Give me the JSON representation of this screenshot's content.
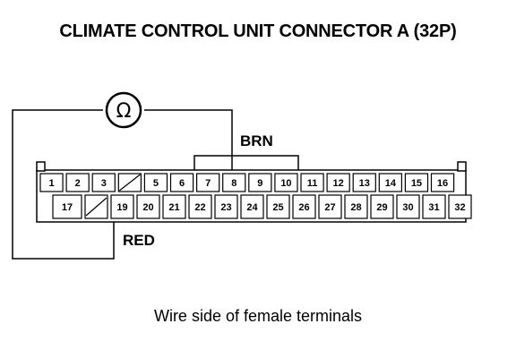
{
  "title": "CLIMATE CONTROL UNIT CONNECTOR A (32P)",
  "caption": "Wire side of female terminals",
  "meter": {
    "symbol": "Ω",
    "icon": "ohmmeter-icon"
  },
  "wire_labels": {
    "top": "BRN",
    "bottom": "RED"
  },
  "connector": {
    "top_row": [
      "1",
      "2",
      "3",
      "",
      "5",
      "6",
      "7",
      "8",
      "9",
      "10",
      "11",
      "12",
      "13",
      "14",
      "15",
      "16"
    ],
    "bottom_row": [
      "",
      "17",
      "",
      "19",
      "20",
      "21",
      "22",
      "23",
      "24",
      "25",
      "26",
      "27",
      "28",
      "29",
      "30",
      "31",
      "32"
    ]
  }
}
